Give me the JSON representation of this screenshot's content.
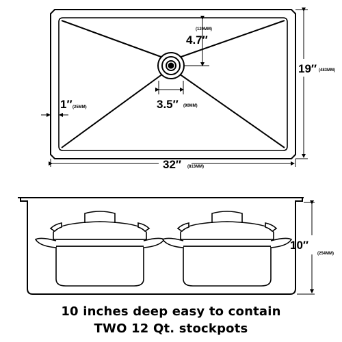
{
  "top_view": {
    "length": {
      "value": "32″",
      "metric": "(813MM)"
    },
    "width": {
      "value": "19″",
      "metric": "(483MM)"
    },
    "drain_offset": {
      "value": "4.7″",
      "metric": "(120MM)"
    },
    "drain_size": {
      "value": "3.5″",
      "metric": "(90MM)"
    },
    "corner_radius": {
      "value": "1″",
      "metric": "(25MM)"
    }
  },
  "side_view": {
    "depth": {
      "value": "10″",
      "metric": "(254MM)"
    }
  },
  "caption": {
    "line1": "10 inches deep easy to contain",
    "line2": "TWO 12 Qt. stockpots"
  },
  "colors": {
    "line": "#000000",
    "background": "#ffffff"
  }
}
